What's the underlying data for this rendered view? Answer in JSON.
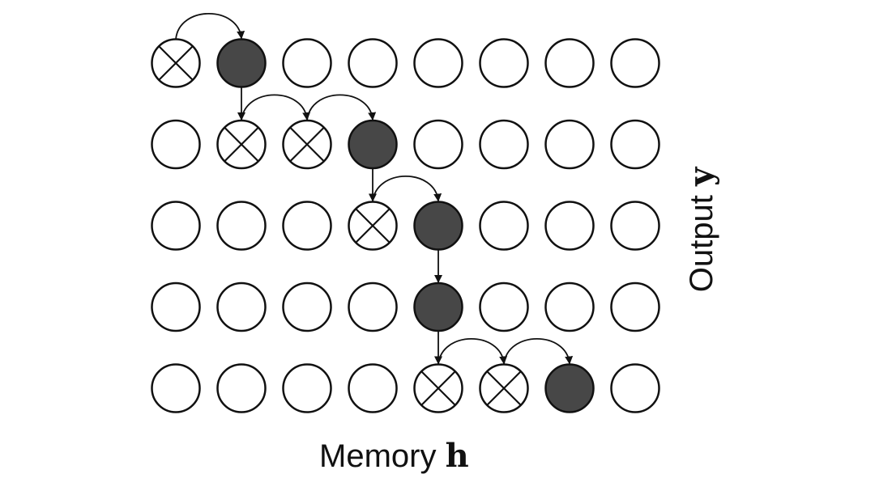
{
  "diagram": {
    "x_label_text": "Memory ",
    "x_label_var": "h",
    "y_label_text": "Output ",
    "y_label_var": "y",
    "rows": 5,
    "cols": 8,
    "cells": [
      [
        "crossed",
        "filled",
        "empty",
        "empty",
        "empty",
        "empty",
        "empty",
        "empty"
      ],
      [
        "empty",
        "crossed",
        "crossed",
        "filled",
        "empty",
        "empty",
        "empty",
        "empty"
      ],
      [
        "empty",
        "empty",
        "empty",
        "crossed",
        "filled",
        "empty",
        "empty",
        "empty"
      ],
      [
        "empty",
        "empty",
        "empty",
        "empty",
        "filled",
        "empty",
        "empty",
        "empty"
      ],
      [
        "empty",
        "empty",
        "empty",
        "empty",
        "crossed",
        "crossed",
        "filled",
        "empty"
      ]
    ],
    "arrows": [
      {
        "type": "curve",
        "from": [
          0,
          0
        ],
        "to": [
          0,
          1
        ]
      },
      {
        "type": "down",
        "from": [
          0,
          1
        ],
        "to": [
          1,
          1
        ]
      },
      {
        "type": "curve",
        "from": [
          1,
          1
        ],
        "to": [
          1,
          2
        ]
      },
      {
        "type": "curve",
        "from": [
          1,
          2
        ],
        "to": [
          1,
          3
        ]
      },
      {
        "type": "down",
        "from": [
          1,
          3
        ],
        "to": [
          2,
          3
        ]
      },
      {
        "type": "curve",
        "from": [
          2,
          3
        ],
        "to": [
          2,
          4
        ]
      },
      {
        "type": "down",
        "from": [
          2,
          4
        ],
        "to": [
          3,
          4
        ]
      },
      {
        "type": "down",
        "from": [
          3,
          4
        ],
        "to": [
          4,
          4
        ]
      },
      {
        "type": "curve",
        "from": [
          4,
          4
        ],
        "to": [
          4,
          5
        ]
      },
      {
        "type": "curve",
        "from": [
          4,
          5
        ],
        "to": [
          4,
          6
        ]
      }
    ],
    "colors": {
      "filled": "#474747",
      "stroke": "#111111",
      "empty": "#ffffff"
    }
  }
}
